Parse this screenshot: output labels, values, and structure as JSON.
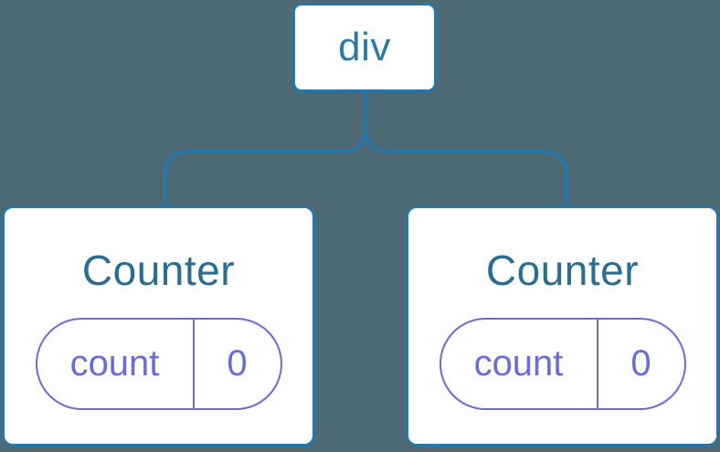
{
  "tree": {
    "root": {
      "label": "div"
    },
    "children": [
      {
        "label": "Counter",
        "state": {
          "key": "count",
          "value": "0"
        }
      },
      {
        "label": "Counter",
        "state": {
          "key": "count",
          "value": "0"
        }
      }
    ]
  },
  "colors": {
    "background": "#4D6973",
    "node_border_blue": "#2778AA",
    "root_label_blue": "#2C7AA6",
    "component_label_teal": "#286E93",
    "state_purple": "#6A6CDE",
    "card_background": "#FFFFFF"
  }
}
